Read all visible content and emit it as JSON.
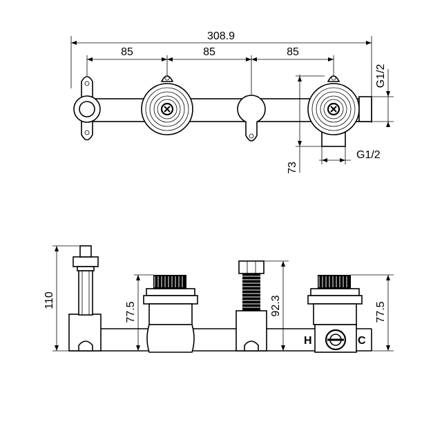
{
  "top_view": {
    "overall_width": "308.9",
    "spacing_1": "85",
    "spacing_2": "85",
    "spacing_3": "85",
    "thread_right": "G1/2",
    "thread_bottom": "G1/2",
    "depth": "73"
  },
  "front_view": {
    "height_left": "110",
    "height_cartridge_left": "77.5",
    "height_center": "92.3",
    "height_cartridge_right": "77.5",
    "label_hot": "H",
    "label_cold": "C"
  }
}
